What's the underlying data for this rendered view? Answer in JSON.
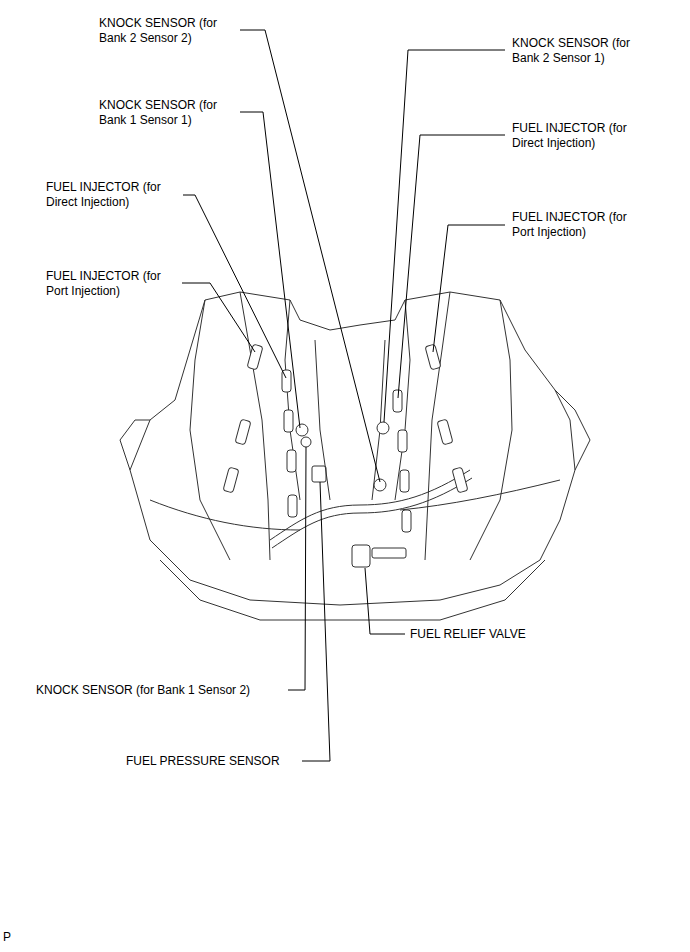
{
  "diagram": {
    "labels": [
      "KNOCK SENSOR (for Bank 2 Sensor 2)",
      "KNOCK SENSOR (for Bank 2 Sensor 1)",
      "KNOCK SENSOR (for Bank 1 Sensor 1)",
      "FUEL INJECTOR (for Direct Injection)",
      "FUEL INJECTOR (for Direct Injection)",
      "FUEL INJECTOR (for Port Injection)",
      "FUEL INJECTOR (for Port Injection)",
      "FUEL RELIEF VALVE",
      "KNOCK SENSOR (for Bank 1 Sensor 2)",
      "FUEL PRESSURE SENSOR",
      "P"
    ]
  }
}
